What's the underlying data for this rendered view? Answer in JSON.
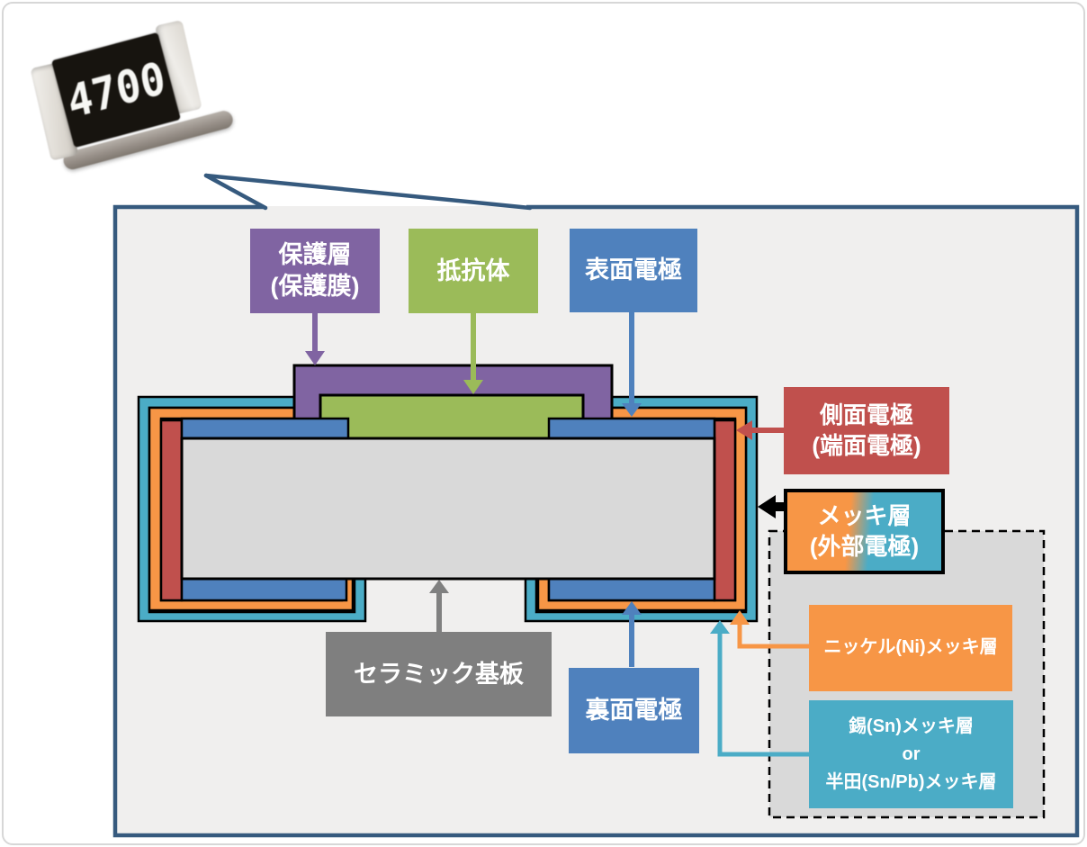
{
  "photo": {
    "marking": "4700"
  },
  "labels": {
    "protective": [
      "保護層",
      "(保護膜)"
    ],
    "resistor": [
      "抵抗体"
    ],
    "front_electrode": [
      "表面電極"
    ],
    "side_electrode": [
      "側面電極",
      "(端面電極)"
    ],
    "plating": [
      "メッキ層",
      "(外部電極)"
    ],
    "ceramic": [
      "セラミック基板"
    ],
    "back_electrode": [
      "裏面電極"
    ],
    "nickel": [
      "ニッケル(Ni)メッキ層"
    ],
    "tin": [
      "錫(Sn)メッキ層",
      "or",
      "半田(Sn/Pb)メッキ層"
    ]
  },
  "colors": {
    "protective_purple": "#8064A2",
    "resistor_green": "#9BBB59",
    "electrode_blue": "#4F81BD",
    "side_electrode_red": "#C0504D",
    "tin_plating_teal": "#4BACC6",
    "nickel_plating_orange": "#F79646",
    "ceramic_gray": "#D9D9D9",
    "ceramic_label_gray": "#7F7F7F",
    "callout_border_blue": "#365A7E",
    "panel_bg_gray": "#D9D9D9",
    "callout_bg_gray": "#F0EFEE",
    "marking_text": "#F7F7F4",
    "chip_body_black": "#17140F"
  }
}
